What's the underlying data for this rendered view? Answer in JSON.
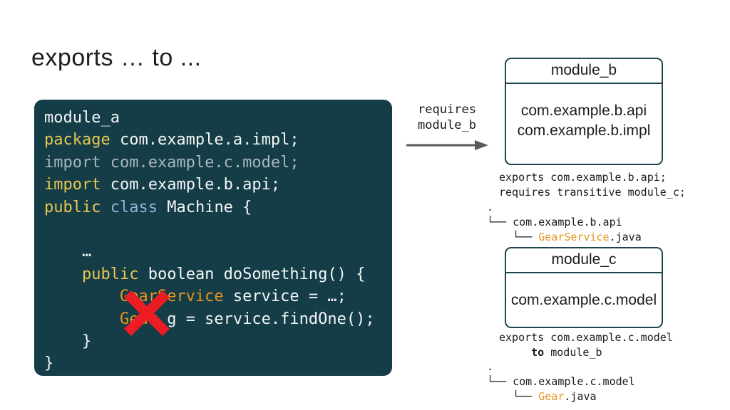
{
  "title": "exports … to ...",
  "colors": {
    "code_background": "#143d47",
    "keyword_yellow": "#e9c750",
    "class_blue": "#8fb4dc",
    "dimmed_gray": "#aab6ba",
    "type_orange": "#e8941f",
    "code_text": "#f4f6f6",
    "error_red": "#ed1b24",
    "arrow_gray": "#595959",
    "box_border": "#1d464f"
  },
  "code_panel": {
    "lines": [
      [
        {
          "t": "module_a",
          "c": "plain"
        }
      ],
      [
        {
          "t": "package",
          "c": "kw"
        },
        {
          "t": " com.example.a.impl;",
          "c": "plain"
        }
      ],
      [
        {
          "t": "import com.example.c.model;",
          "c": "dim"
        }
      ],
      [
        {
          "t": "import",
          "c": "kw"
        },
        {
          "t": " com.example.b.api;",
          "c": "plain"
        }
      ],
      [
        {
          "t": "public",
          "c": "kw"
        },
        {
          "t": " ",
          "c": "plain"
        },
        {
          "t": "class",
          "c": "cls"
        },
        {
          "t": " Machine {",
          "c": "plain"
        }
      ],
      [],
      [
        {
          "t": "    …",
          "c": "plain"
        }
      ],
      [
        {
          "t": "    ",
          "c": "plain"
        },
        {
          "t": "public",
          "c": "kw"
        },
        {
          "t": " boolean doSomething() {",
          "c": "plain"
        }
      ],
      [
        {
          "t": "        ",
          "c": "plain"
        },
        {
          "t": "GearService",
          "c": "type"
        },
        {
          "t": " service = …;",
          "c": "plain"
        }
      ],
      [
        {
          "t": "        ",
          "c": "plain"
        },
        {
          "t": "Gear",
          "c": "type"
        },
        {
          "t": " g = service.findOne();",
          "c": "plain"
        }
      ],
      [
        {
          "t": "    }",
          "c": "plain"
        }
      ],
      [
        {
          "t": "}",
          "c": "plain"
        }
      ]
    ]
  },
  "arrow": {
    "label_line1": "requires",
    "label_line2": "module_b"
  },
  "module_b": {
    "title": "module_b",
    "packages": [
      "com.example.b.api",
      "com.example.b.impl"
    ],
    "caption": [
      [
        {
          "t": "exports com.example.b.api;",
          "c": "black"
        }
      ],
      [
        {
          "t": "requires transitive module_c;",
          "c": "black"
        }
      ]
    ],
    "tree": [
      [
        {
          "t": ".",
          "c": "black"
        }
      ],
      [
        {
          "t": "└── com.example.b.api",
          "c": "black"
        }
      ],
      [
        {
          "t": "    └── ",
          "c": "black"
        },
        {
          "t": "GearService",
          "c": "type"
        },
        {
          "t": ".java",
          "c": "black"
        }
      ]
    ]
  },
  "module_c": {
    "title": "module_c",
    "packages": [
      "com.example.c.model"
    ],
    "caption": [
      [
        {
          "t": "exports com.example.c.model",
          "c": "black"
        }
      ],
      [
        {
          "t": "     ",
          "c": "black"
        },
        {
          "t": "to",
          "c": "bold"
        },
        {
          "t": " module_b",
          "c": "black"
        }
      ]
    ],
    "tree": [
      [
        {
          "t": ".",
          "c": "black"
        }
      ],
      [
        {
          "t": "└── com.example.c.model",
          "c": "black"
        }
      ],
      [
        {
          "t": "    └── ",
          "c": "black"
        },
        {
          "t": "Gear",
          "c": "type"
        },
        {
          "t": ".java",
          "c": "black"
        }
      ]
    ]
  }
}
